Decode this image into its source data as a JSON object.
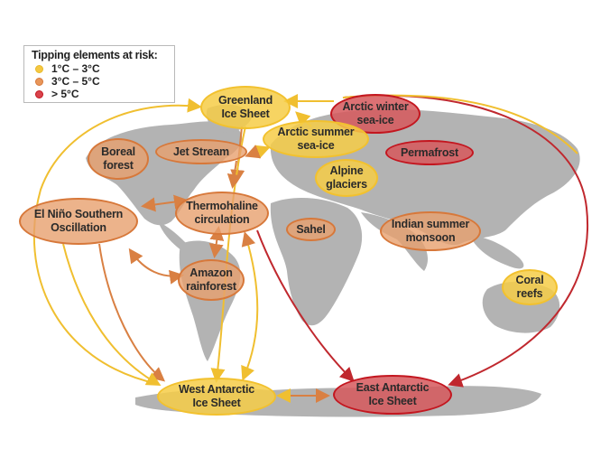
{
  "legend": {
    "title": "Tipping elements at risk:",
    "items": [
      {
        "label": "1°C – 3°C",
        "color": "#f5c842",
        "border": "#e8b92a"
      },
      {
        "label": "3°C – 5°C",
        "color": "#e8965a",
        "border": "#d7783a"
      },
      {
        "label": "> 5°C",
        "color": "#d9434c",
        "border": "#c3161f"
      }
    ]
  },
  "colors": {
    "map_land": "#b3b3b3",
    "arrow_yellow": "#f0bf30",
    "arrow_orange": "#d98043",
    "arrow_red": "#c0282e"
  },
  "nodes": {
    "greenland": {
      "label": "Greenland\nIce Sheet",
      "risk": "1°C – 3°C"
    },
    "arctic_winter": {
      "label": "Arctic winter\nsea-ice",
      "risk": "> 5°C"
    },
    "boreal": {
      "label": "Boreal\nforest",
      "risk": "3°C – 5°C"
    },
    "jet_stream": {
      "label": "Jet Stream",
      "risk": "3°C – 5°C"
    },
    "arctic_summer": {
      "label": "Arctic summer\nsea-ice",
      "risk": "1°C – 3°C"
    },
    "permafrost": {
      "label": "Permafrost",
      "risk": "> 5°C"
    },
    "alpine": {
      "label": "Alpine\nglaciers",
      "risk": "1°C – 3°C"
    },
    "enso": {
      "label": "El Niño Southern\nOscillation",
      "risk": "3°C – 5°C"
    },
    "thermohaline": {
      "label": "Thermohaline\ncirculation",
      "risk": "3°C – 5°C"
    },
    "sahel": {
      "label": "Sahel",
      "risk": "3°C – 5°C"
    },
    "indian_monsoon": {
      "label": "Indian summer\nmonsoon",
      "risk": "3°C – 5°C"
    },
    "amazon": {
      "label": "Amazon\nrainforest",
      "risk": "3°C – 5°C"
    },
    "coral": {
      "label": "Coral\nreefs",
      "risk": "1°C – 3°C"
    },
    "west_antarctic": {
      "label": "West Antarctic\nIce Sheet",
      "risk": "1°C – 3°C"
    },
    "east_antarctic": {
      "label": "East Antarctic\nIce Sheet",
      "risk": "> 5°C"
    }
  }
}
